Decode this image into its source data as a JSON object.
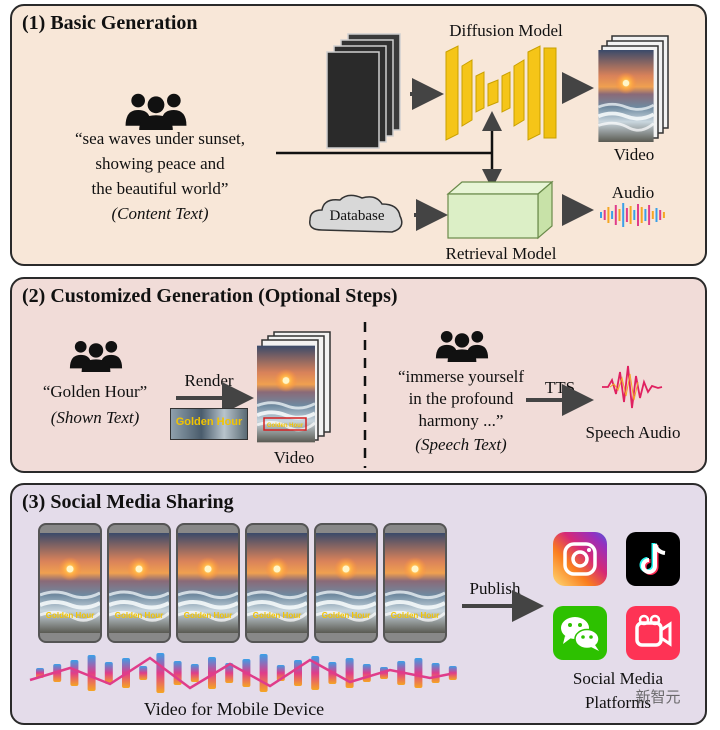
{
  "panel1": {
    "title": "(1) Basic Generation",
    "prompt_line1": "“sea waves under sunset,",
    "prompt_line2": "showing peace and",
    "prompt_line3": "the beautiful world”",
    "prompt_caption": "(Content Text)",
    "diffusion_label": "Diffusion Model",
    "database_label": "Database",
    "retrieval_label": "Retrieval Model",
    "video_label": "Video",
    "audio_label": "Audio"
  },
  "panel2": {
    "title": "(2) Customized Generation (Optional Steps)",
    "shown_text": "“Golden Hour”",
    "shown_caption": "(Shown Text)",
    "render_label": "Render",
    "thumb_text": "Golden Hour",
    "video_label": "Video",
    "speech_line1": "“immerse yourself",
    "speech_line2": "in the profound",
    "speech_line3": "harmony ...”",
    "speech_caption": "(Speech Text)",
    "tts_label": "TTS",
    "speech_audio_label": "Speech Audio"
  },
  "panel3": {
    "title": "(3) Social Media Sharing",
    "phone_caption": "Golden Hour",
    "publish_label": "Publish",
    "mobile_caption": "Video for Mobile Device",
    "platforms_line1": "Social Media",
    "platforms_line2": "Platforms",
    "watermark": "新智元"
  },
  "colors": {
    "panel1_bg": "#f8e7d8",
    "panel2_bg": "#f1dcd8",
    "panel3_bg": "#e4dcea",
    "diffusion_yellow": "#f5c518",
    "retrieval_green": "#d9ecc2",
    "golden_text": "#f2c400"
  },
  "icons": {
    "people": "people-group-icon",
    "instagram": "instagram-icon",
    "tiktok": "tiktok-icon",
    "wechat": "wechat-icon",
    "kuaishou": "video-camera-app-icon"
  }
}
